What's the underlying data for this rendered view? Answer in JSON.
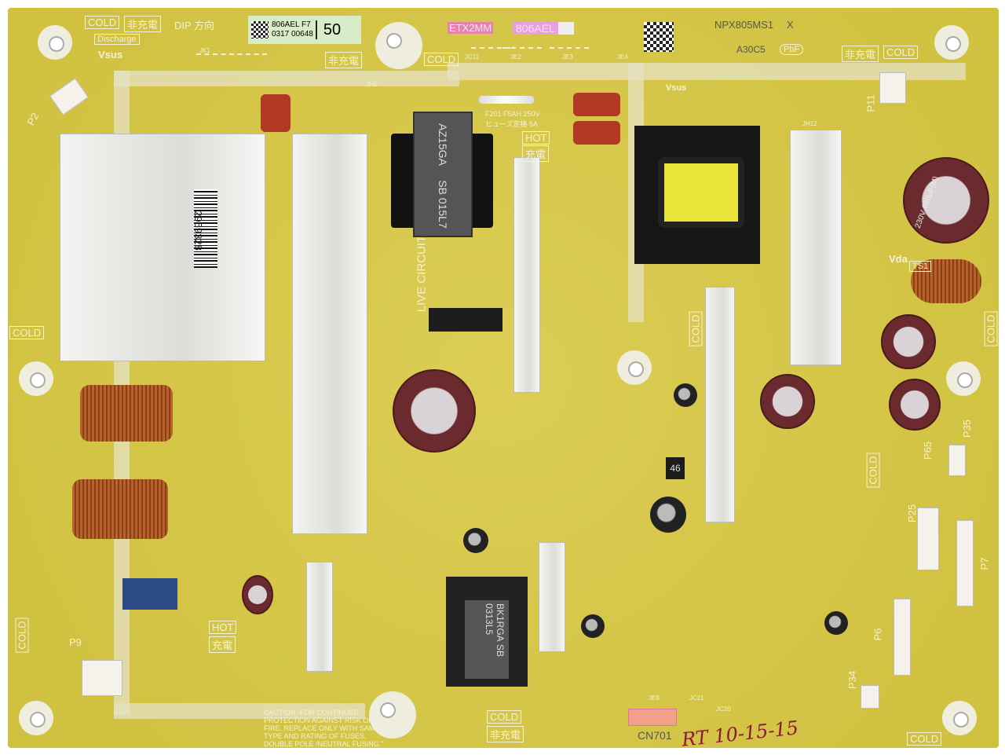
{
  "board": {
    "part_number": "NPX805MS1",
    "revision_mark": "X",
    "code": "A30C5",
    "pbf": "PbF",
    "etx_label": "ETX2MM",
    "model_label": "806AEL",
    "sticker": {
      "line1": "806AEL F7",
      "line2": "0317 00648",
      "number": "50"
    },
    "barcode_number": "2959328",
    "handwriting": "RT 10-15-15"
  },
  "silkscreen": {
    "cold": "COLD",
    "non_charged": "非充電",
    "hot": "HOT",
    "charged": "充電",
    "dip_direction": "DIP 方向",
    "discharge": "Discharge",
    "vsus": "Vsus",
    "vda": "Vda",
    "live_circuit": "LIVE CIRCUIT",
    "fuse_rating": "F201 F5AH 250V",
    "fuse_note": "ヒューズ定格 5A",
    "caution": "CAUTION -FOR CONTINUED PROTECTION AGAINST RISK OF FIRE, REPLACE ONLY WITH SAME TYPE AND RATING OF FUSES. DOUBLE POLE /NEUTRAL FUSING.\"",
    "connectors": {
      "p2": "P2",
      "p11": "P11",
      "p9": "P9",
      "p65": "P65",
      "p35": "P35",
      "p25": "P25",
      "p7": "P7",
      "p6": "P6",
      "p34": "P34",
      "cn701": "CN701"
    },
    "ts1": "TS1",
    "jumpers": [
      "JK1",
      "JC11",
      "JE2",
      "JE3",
      "JE4",
      "JH5",
      "JH12",
      "JE8",
      "JC21",
      "JC20"
    ]
  },
  "components": {
    "transformer1": {
      "line1": "AZ15GA",
      "line2": "SB 015L7"
    },
    "transformer2": {
      "line1": "BK1RGA",
      "line2": "SB 0313L5"
    },
    "big_cap": {
      "rating": "230V 680µF(M)"
    },
    "regulator": "46"
  },
  "colors": {
    "board": "#d9c94a",
    "silkscreen": "#f4f1d6",
    "capacitor": "#6a2a2e",
    "film_cap": "#b23a24",
    "coil": "#b7622a"
  }
}
